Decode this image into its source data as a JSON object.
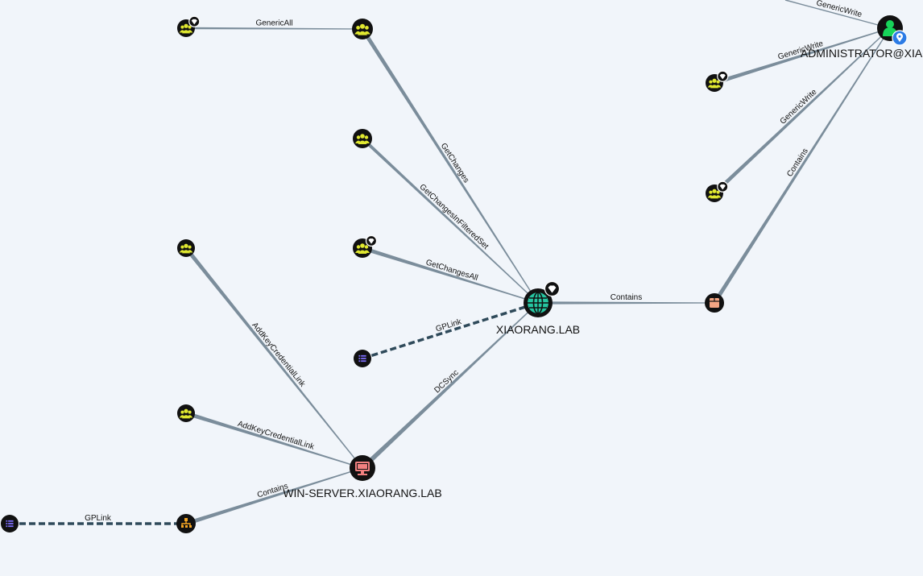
{
  "colors": {
    "background": "#f1f5fa",
    "edge": "#7b8d9b",
    "edge_dashed": "#2f4a5a",
    "node_ring": "#111111",
    "group": "#e0e830",
    "domain": "#26c6a2",
    "computer": "#f08080",
    "ou": "#f5a623",
    "gpo": "#7b6cf6",
    "container": "#f4a583",
    "user": "#17d45a",
    "badge_blue": "#2c7be5"
  },
  "nodes": [
    {
      "id": "g_top_left",
      "kind": "group",
      "icon": "group-icon",
      "badge": "gem-icon",
      "label": ""
    },
    {
      "id": "g_top_mid",
      "kind": "group",
      "icon": "group-icon",
      "badge": "",
      "label": ""
    },
    {
      "id": "g_mid_a",
      "kind": "group",
      "icon": "group-icon",
      "badge": "",
      "label": ""
    },
    {
      "id": "g_mid_b",
      "kind": "group",
      "icon": "group-icon",
      "badge": "gem-icon",
      "label": ""
    },
    {
      "id": "gpo_mid",
      "kind": "gpo",
      "icon": "list-icon",
      "badge": "",
      "label": ""
    },
    {
      "id": "g_left_a",
      "kind": "group",
      "icon": "group-icon",
      "badge": "",
      "label": ""
    },
    {
      "id": "g_left_b",
      "kind": "group",
      "icon": "group-icon",
      "badge": "",
      "label": ""
    },
    {
      "id": "ou_bottom",
      "kind": "ou",
      "icon": "hierarchy-icon",
      "badge": "",
      "label": ""
    },
    {
      "id": "gpo_bottom",
      "kind": "gpo",
      "icon": "list-icon",
      "badge": "",
      "label": ""
    },
    {
      "id": "domain",
      "kind": "domain",
      "icon": "globe-icon",
      "badge": "gem-icon",
      "label": "XIAORANG.LAB"
    },
    {
      "id": "computer",
      "kind": "computer",
      "icon": "monitor-icon",
      "badge": "",
      "label": "WIN-SERVER.XIAORANG.LAB"
    },
    {
      "id": "container",
      "kind": "container",
      "icon": "box-icon",
      "badge": "",
      "label": ""
    },
    {
      "id": "admin",
      "kind": "user",
      "icon": "user-icon",
      "badge": "pin-icon",
      "label": "ADMINISTRATOR@XIAO"
    },
    {
      "id": "g_right_a",
      "kind": "group",
      "icon": "group-icon",
      "badge": "gem-icon",
      "label": ""
    },
    {
      "id": "g_right_b",
      "kind": "group",
      "icon": "group-icon",
      "badge": "gem-icon",
      "label": ""
    }
  ],
  "edges": [
    {
      "from": "g_top_left",
      "to": "g_top_mid",
      "label": "GenericAll",
      "dashed": false
    },
    {
      "from": "g_top_mid",
      "to": "domain",
      "label": "GetChanges",
      "dashed": false
    },
    {
      "from": "g_mid_a",
      "to": "domain",
      "label": "GetChangesInFilteredSet",
      "dashed": false
    },
    {
      "from": "g_mid_b",
      "to": "domain",
      "label": "GetChangesAll",
      "dashed": false
    },
    {
      "from": "gpo_mid",
      "to": "domain",
      "label": "GPLink",
      "dashed": true
    },
    {
      "from": "computer",
      "to": "domain",
      "label": "DCSync",
      "dashed": false
    },
    {
      "from": "domain",
      "to": "container",
      "label": "Contains",
      "dashed": false
    },
    {
      "from": "container",
      "to": "admin",
      "label": "Contains",
      "dashed": false
    },
    {
      "from": "g_right_a",
      "to": "admin",
      "label": "GenericWrite",
      "dashed": false
    },
    {
      "from": "g_right_b",
      "to": "admin",
      "label": "GenericWrite",
      "dashed": false
    },
    {
      "from": "offscreen",
      "to": "admin",
      "label": "GenericWrite",
      "dashed": false
    },
    {
      "from": "g_left_a",
      "to": "computer",
      "label": "AddKeyCredentialLink",
      "dashed": false
    },
    {
      "from": "g_left_b",
      "to": "computer",
      "label": "AddKeyCredentialLink",
      "dashed": false
    },
    {
      "from": "ou_bottom",
      "to": "computer",
      "label": "Contains",
      "dashed": false
    },
    {
      "from": "gpo_bottom",
      "to": "ou_bottom",
      "label": "GPLink",
      "dashed": true
    }
  ]
}
